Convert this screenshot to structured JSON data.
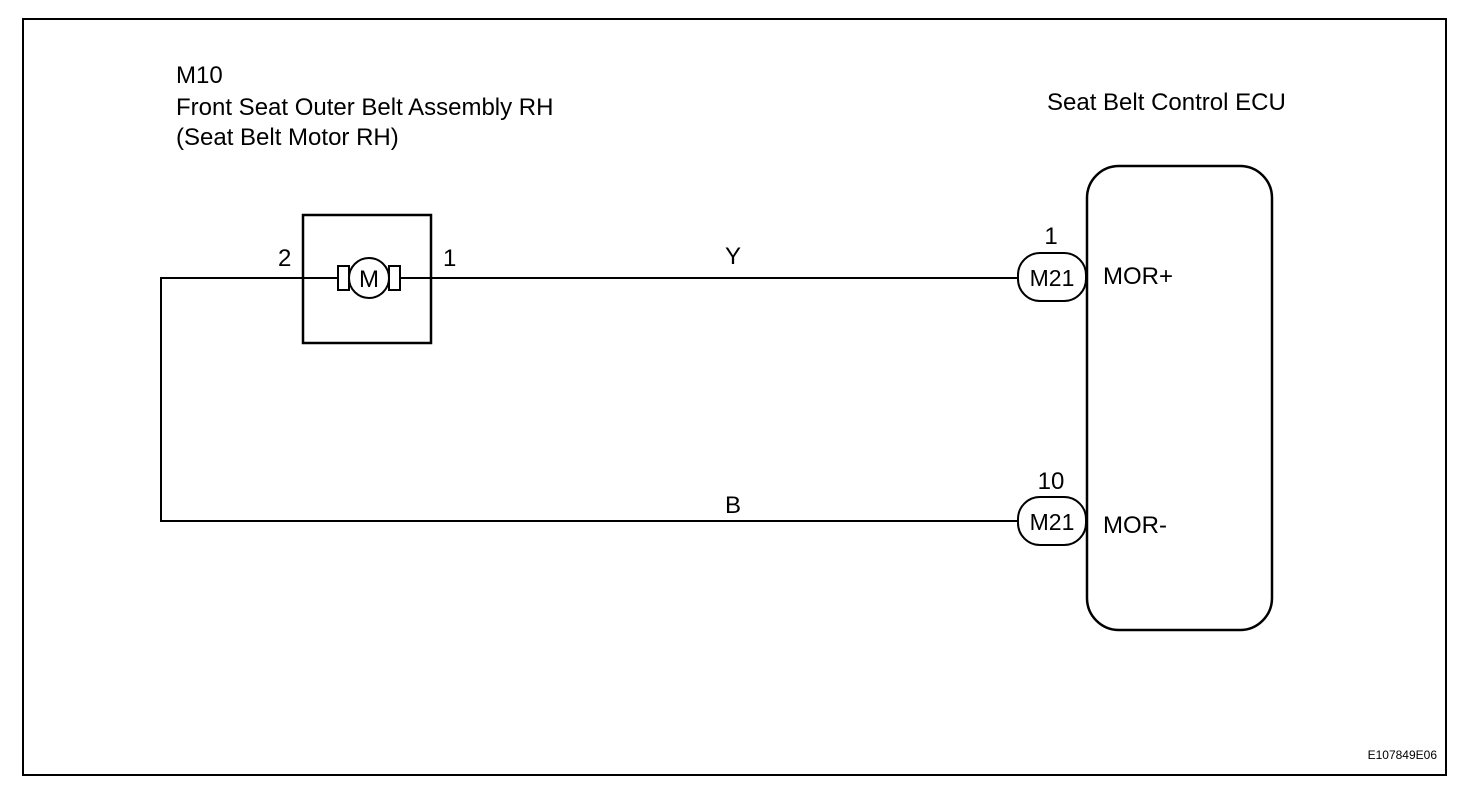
{
  "component_motor": {
    "code": "M10",
    "name": "Front Seat Outer Belt Assembly RH",
    "subname": "(Seat Belt Motor RH)",
    "symbol": "M",
    "pin_left": "2",
    "pin_right": "1"
  },
  "ecu": {
    "title": "Seat Belt Control ECU",
    "terminals": [
      {
        "pin": "1",
        "connector": "M21",
        "signal": "MOR+"
      },
      {
        "pin": "10",
        "connector": "M21",
        "signal": "MOR-"
      }
    ]
  },
  "wires": [
    {
      "color_code": "Y"
    },
    {
      "color_code": "B"
    }
  ],
  "figure_id": "E107849E06"
}
